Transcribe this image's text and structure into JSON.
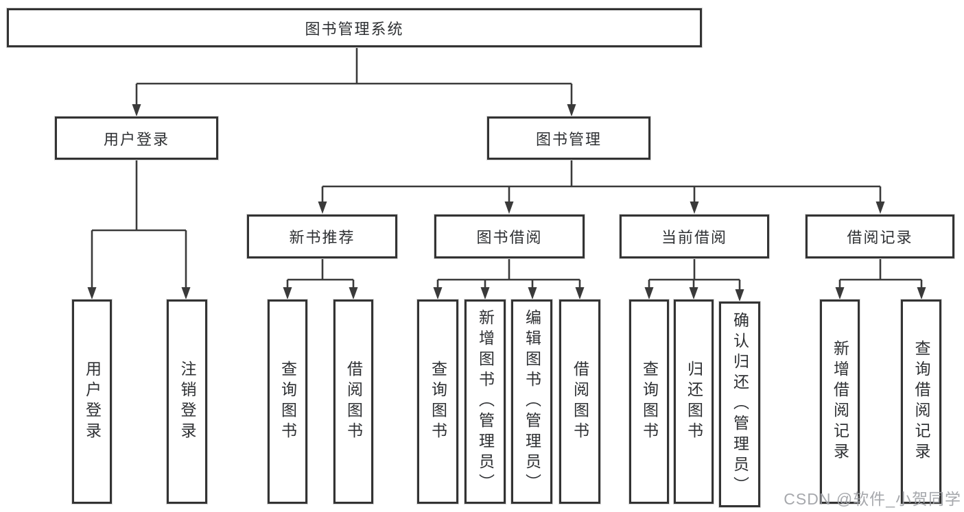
{
  "colors": {
    "border": "#333333",
    "line": "#3a3a3a",
    "text": "#2e3033",
    "box_bg": "#ffffff",
    "page_bg": "#ffffff",
    "watermark": "#9fa1a6"
  },
  "nodes": {
    "root": "图书管理系统",
    "user_login": "用户登录",
    "book_management": "图书管理",
    "new_book_recommend": "新书推荐",
    "book_borrow": "图书借阅",
    "current_borrow": "当前借阅",
    "borrow_records": "借阅记录",
    "leaf_user_login": "用户登录",
    "leaf_logout": "注销登录",
    "leaf_rec_query": "查询图书",
    "leaf_rec_borrow": "借阅图书",
    "leaf_bb_query": "查询图书",
    "leaf_bb_add": "新增图书（管理员）",
    "leaf_bb_edit": "编辑图书（管理员）",
    "leaf_bb_borrow": "借阅图书",
    "leaf_cb_query": "查询图书",
    "leaf_cb_return": "归还图书",
    "leaf_cb_confirm": "确认归还（管理员）",
    "leaf_br_add": "新增借阅记录",
    "leaf_br_query": "查询借阅记录"
  },
  "watermark": "CSDN @软件_小贺同学"
}
